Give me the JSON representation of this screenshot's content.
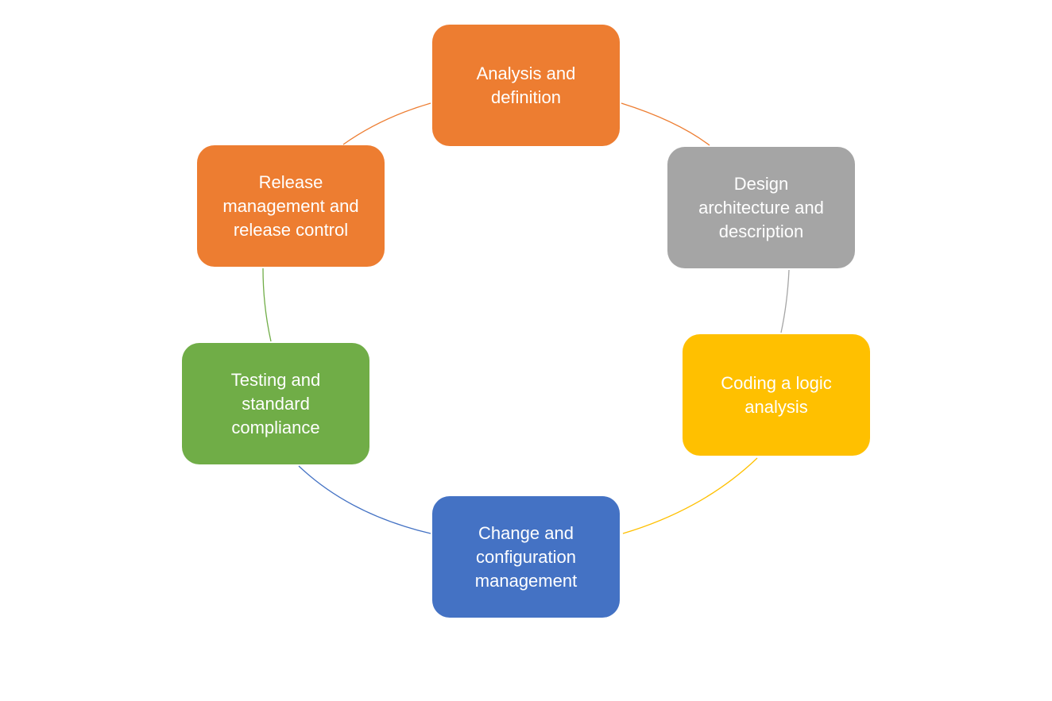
{
  "diagram": {
    "type": "cycle",
    "nodes": [
      {
        "id": "analysis",
        "label": "Analysis and\ndefinition",
        "color": "#ED7D31"
      },
      {
        "id": "design",
        "label": "Design\narchitecture and\ndescription",
        "color": "#A5A5A5"
      },
      {
        "id": "coding",
        "label": "Coding a logic\nanalysis",
        "color": "#FFC000"
      },
      {
        "id": "change",
        "label": "Change and\nconfiguration\nmanagement",
        "color": "#4472C4"
      },
      {
        "id": "testing",
        "label": "Testing and\nstandard\ncompliance",
        "color": "#70AD47"
      },
      {
        "id": "release",
        "label": "Release\nmanagement and\nrelease control",
        "color": "#ED7D31"
      }
    ],
    "edges": [
      {
        "from": "analysis",
        "to": "design",
        "color": "#ED7D31"
      },
      {
        "from": "design",
        "to": "coding",
        "color": "#A5A5A5"
      },
      {
        "from": "coding",
        "to": "change",
        "color": "#FFC000"
      },
      {
        "from": "change",
        "to": "testing",
        "color": "#4472C4"
      },
      {
        "from": "testing",
        "to": "release",
        "color": "#70AD47"
      },
      {
        "from": "release",
        "to": "analysis",
        "color": "#ED7D31"
      }
    ]
  }
}
